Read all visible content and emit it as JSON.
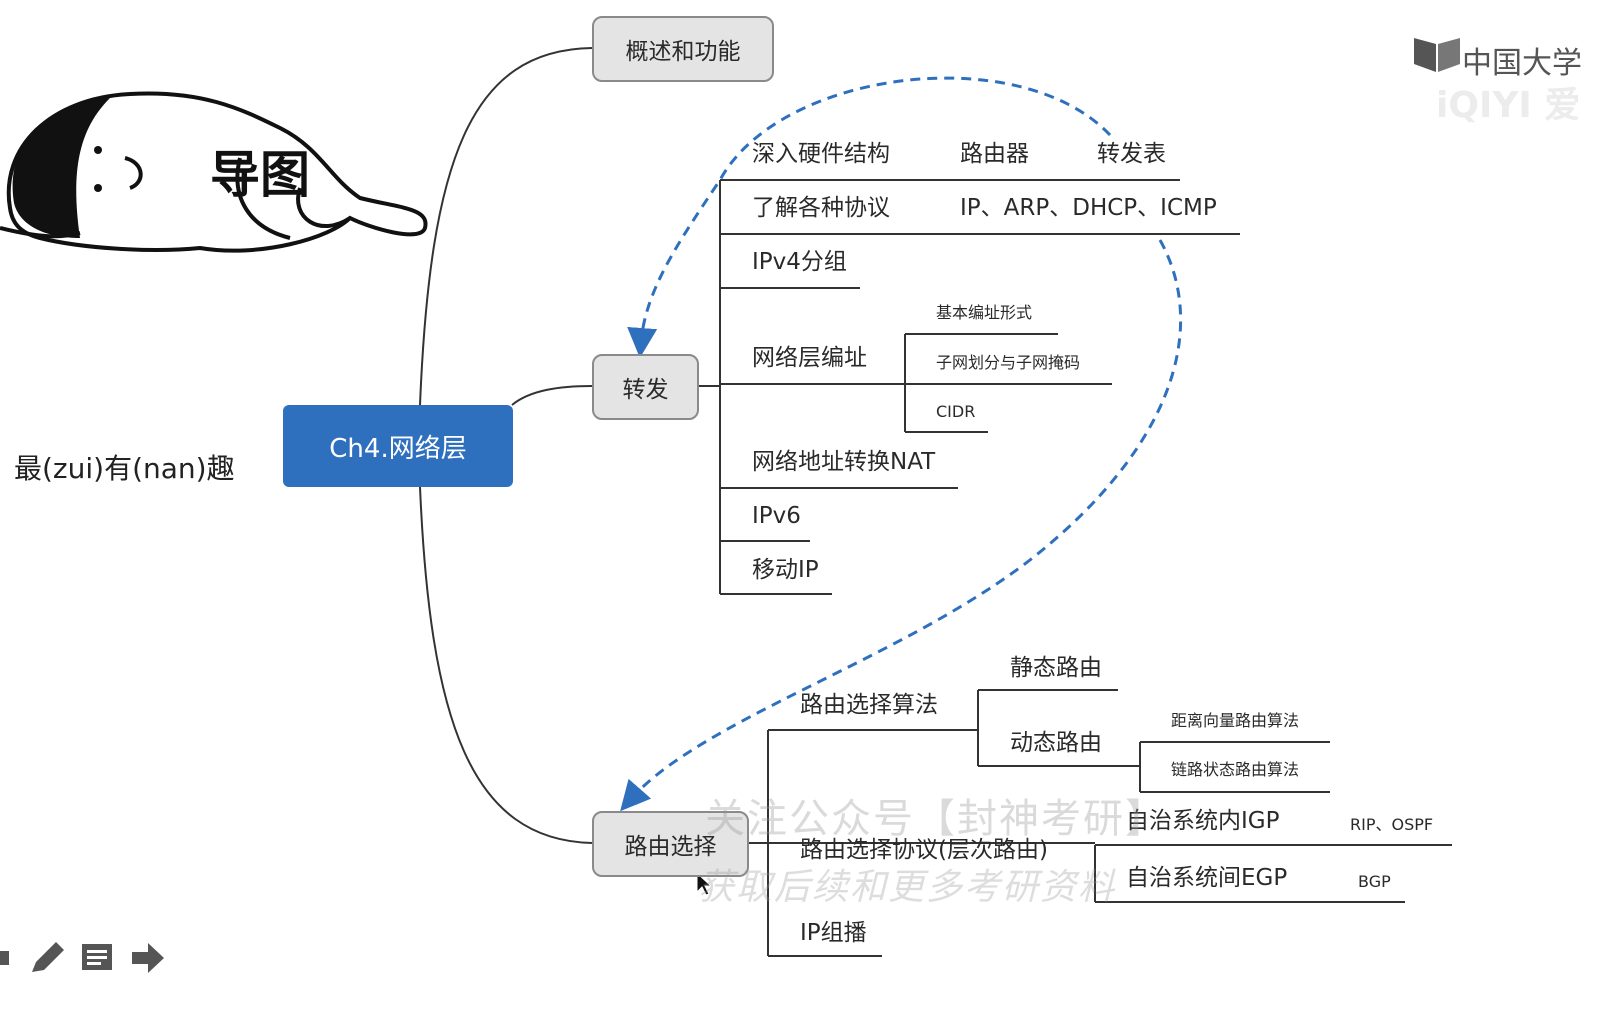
{
  "mascot": {
    "caption": "导图"
  },
  "side_note": "最(zui)有(nan)趣",
  "root": {
    "label": "Ch4.网络层"
  },
  "branches": {
    "overview": "概述和功能",
    "forwarding": "转发",
    "routing": "路由选择"
  },
  "forwarding_items": {
    "hardware": {
      "label": "深入硬件结构",
      "d1": "路由器",
      "d2": "转发表"
    },
    "protocols": {
      "label": "了解各种协议",
      "detail": "IP、ARP、DHCP、ICMP"
    },
    "ipv4": "IPv4分组",
    "addressing": {
      "label": "网络层编址",
      "sub": [
        "基本编址形式",
        "子网划分与子网掩码",
        "CIDR"
      ]
    },
    "nat": "网络地址转换NAT",
    "ipv6": "IPv6",
    "mobile": "移动IP"
  },
  "routing_items": {
    "algorithms": {
      "label": "路由选择算法",
      "static": "静态路由",
      "dynamic": "动态路由",
      "dynamic_sub": [
        "距离向量路由算法",
        "链路状态路由算法"
      ]
    },
    "protocols": {
      "label": "路由选择协议(层次路由)",
      "igp": {
        "label": "自治系统内IGP",
        "detail": "RIP、OSPF"
      },
      "egp": {
        "label": "自治系统间EGP",
        "detail": "BGP"
      }
    },
    "multicast": "IP组播"
  },
  "watermark": {
    "line1": "关注公众号【封神考研】",
    "line2": "获取后续和更多考研资料"
  },
  "brand": {
    "line1": "中国大学",
    "line2": "iQIYI 爱"
  },
  "colors": {
    "root": "#2e70be",
    "dashed_arrow": "#2e70be",
    "node_fill": "#e4e4e4"
  },
  "toolbar": {
    "icons": [
      "square-icon",
      "pencil-icon",
      "notes-icon",
      "arrow-right-icon"
    ]
  }
}
